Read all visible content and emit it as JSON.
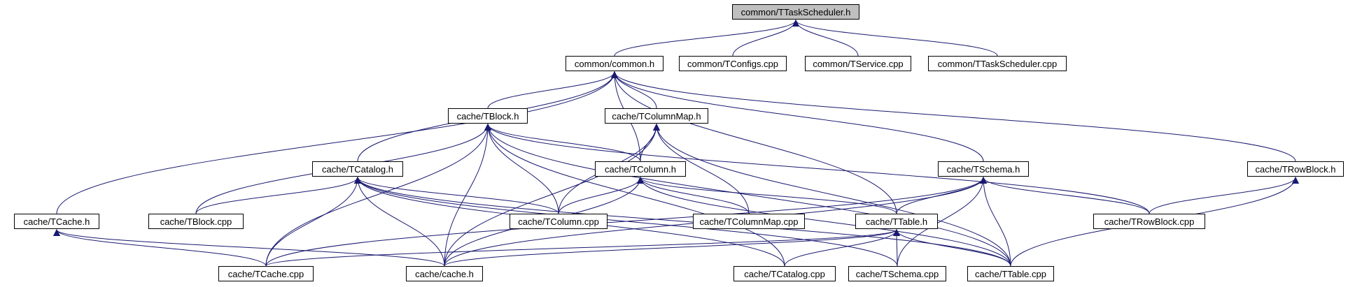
{
  "colors": {
    "edge": "#191970",
    "border": "#000000",
    "root_fill": "#bfbfbf",
    "node_fill": "#ffffff"
  },
  "nodes": {
    "taskscheduler_h": "common/TTaskScheduler.h",
    "common_h": "common/common.h",
    "tconfigs_cpp": "common/TConfigs.cpp",
    "tservice_cpp": "common/TService.cpp",
    "taskscheduler_cpp": "common/TTaskScheduler.cpp",
    "tblock_h": "cache/TBlock.h",
    "tcolumnmap_h": "cache/TColumnMap.h",
    "tcatalog_h": "cache/TCatalog.h",
    "tcolumn_h": "cache/TColumn.h",
    "tschema_h": "cache/TSchema.h",
    "trowblock_h": "cache/TRowBlock.h",
    "tcache_h": "cache/TCache.h",
    "tblock_cpp": "cache/TBlock.cpp",
    "tcolumn_cpp": "cache/TColumn.cpp",
    "tcolumnmap_cpp": "cache/TColumnMap.cpp",
    "ttable_h": "cache/TTable.h",
    "trowblock_cpp": "cache/TRowBlock.cpp",
    "tcache_cpp": "cache/TCache.cpp",
    "cache_h": "cache/cache.h",
    "tcatalog_cpp": "cache/TCatalog.cpp",
    "tschema_cpp": "cache/TSchema.cpp",
    "ttable_cpp": "cache/TTable.cpp"
  },
  "edges": [
    [
      "taskscheduler_h",
      "common_h"
    ],
    [
      "taskscheduler_h",
      "tconfigs_cpp"
    ],
    [
      "taskscheduler_h",
      "tservice_cpp"
    ],
    [
      "taskscheduler_h",
      "taskscheduler_cpp"
    ],
    [
      "common_h",
      "tblock_h"
    ],
    [
      "common_h",
      "tcolumnmap_h"
    ],
    [
      "common_h",
      "tcatalog_h"
    ],
    [
      "common_h",
      "tcolumn_h"
    ],
    [
      "common_h",
      "tschema_h"
    ],
    [
      "common_h",
      "trowblock_h"
    ],
    [
      "common_h",
      "tcache_h"
    ],
    [
      "common_h",
      "ttable_h"
    ],
    [
      "tblock_h",
      "tcolumn_h"
    ],
    [
      "tblock_h",
      "tblock_cpp"
    ],
    [
      "tblock_h",
      "tcolumn_cpp"
    ],
    [
      "tblock_h",
      "tcache_cpp"
    ],
    [
      "tblock_h",
      "cache_h"
    ],
    [
      "tblock_h",
      "ttable_cpp"
    ],
    [
      "tblock_h",
      "trowblock_cpp"
    ],
    [
      "tblock_h",
      "tcatalog_cpp"
    ],
    [
      "tcolumnmap_h",
      "tcolumn_h"
    ],
    [
      "tcolumnmap_h",
      "tcolumn_cpp"
    ],
    [
      "tcolumnmap_h",
      "tcolumnmap_cpp"
    ],
    [
      "tcolumnmap_h",
      "cache_h"
    ],
    [
      "tcolumnmap_h",
      "ttable_cpp"
    ],
    [
      "tcatalog_h",
      "tblock_cpp"
    ],
    [
      "tcatalog_h",
      "tcolumn_cpp"
    ],
    [
      "tcatalog_h",
      "tcache_cpp"
    ],
    [
      "tcatalog_h",
      "cache_h"
    ],
    [
      "tcatalog_h",
      "tcatalog_cpp"
    ],
    [
      "tcatalog_h",
      "tschema_cpp"
    ],
    [
      "tcatalog_h",
      "ttable_cpp"
    ],
    [
      "tcolumn_h",
      "tcolumn_cpp"
    ],
    [
      "tcolumn_h",
      "tcolumnmap_cpp"
    ],
    [
      "tcolumn_h",
      "ttable_h"
    ],
    [
      "tcolumn_h",
      "cache_h"
    ],
    [
      "tcolumn_h",
      "ttable_cpp"
    ],
    [
      "tschema_h",
      "ttable_h"
    ],
    [
      "tschema_h",
      "trowblock_cpp"
    ],
    [
      "tschema_h",
      "tcache_cpp"
    ],
    [
      "tschema_h",
      "cache_h"
    ],
    [
      "tschema_h",
      "tschema_cpp"
    ],
    [
      "tschema_h",
      "ttable_cpp"
    ],
    [
      "trowblock_h",
      "trowblock_cpp"
    ],
    [
      "trowblock_h",
      "ttable_cpp"
    ],
    [
      "tcache_h",
      "tcache_cpp"
    ],
    [
      "tcache_h",
      "cache_h"
    ],
    [
      "ttable_h",
      "tcache_cpp"
    ],
    [
      "ttable_h",
      "cache_h"
    ],
    [
      "ttable_h",
      "tcatalog_cpp"
    ],
    [
      "ttable_h",
      "tschema_cpp"
    ],
    [
      "ttable_h",
      "ttable_cpp"
    ]
  ]
}
